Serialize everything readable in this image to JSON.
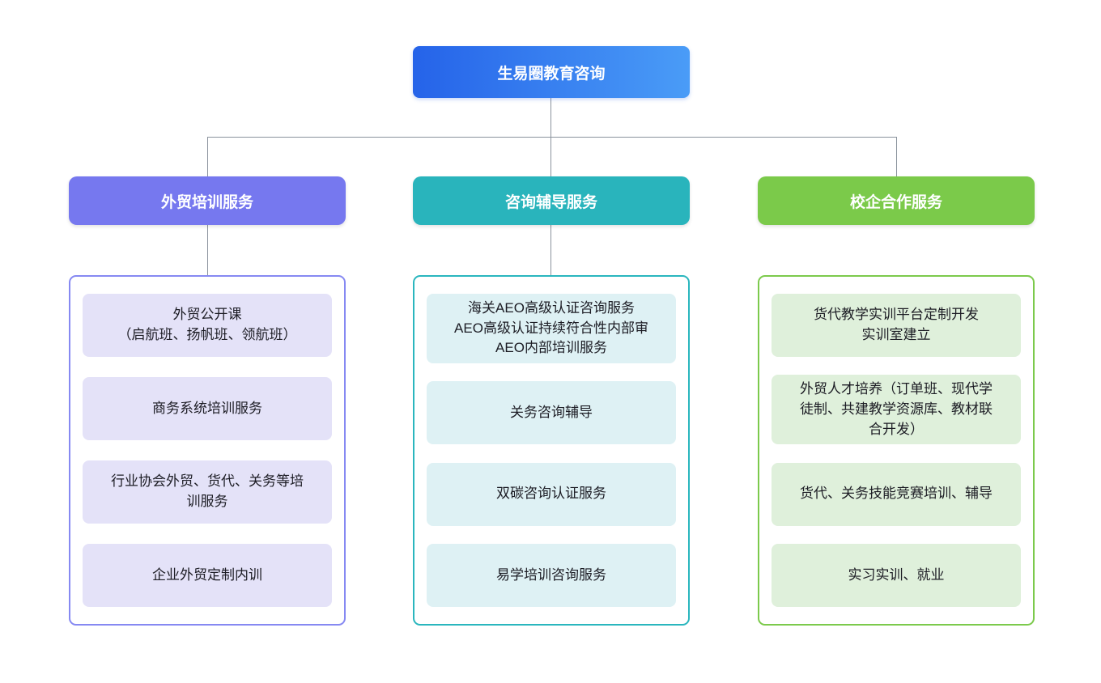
{
  "root": {
    "title": "生易圈教育咨询"
  },
  "branches": [
    {
      "header": "外贸培训服务",
      "items": [
        "外贸公开课\n（启航班、扬帆班、领航班）",
        "商务系统培训服务",
        "行业协会外贸、货代、关务等培\n训服务",
        "企业外贸定制内训"
      ]
    },
    {
      "header": "咨询辅导服务",
      "items": [
        "海关AEO高级认证咨询服务\nAEO高级认证持续符合性内部审\nAEO内部培训服务",
        "关务咨询辅导",
        "双碳咨询认证服务",
        "易学培训咨询服务"
      ]
    },
    {
      "header": "校企合作服务",
      "items": [
        "货代教学实训平台定制开发\n实训室建立",
        "外贸人才培养（订单班、现代学\n徒制、共建教学资源库、教材联\n合开发）",
        "货代、关务技能竞赛培训、辅导",
        "实习实训、就业"
      ]
    }
  ],
  "colors": {
    "root_gradient_start": "#2563e9",
    "root_gradient_end": "#4a9cf7",
    "branch_trade_training": "#7678ef",
    "branch_consulting": "#29b4bc",
    "branch_school_enterprise": "#7bca4a",
    "item_bg_trade_training": "#e4e2f8",
    "item_bg_consulting": "#def1f4",
    "item_bg_school_enterprise": "#dff0db",
    "connector": "#8a929c"
  }
}
